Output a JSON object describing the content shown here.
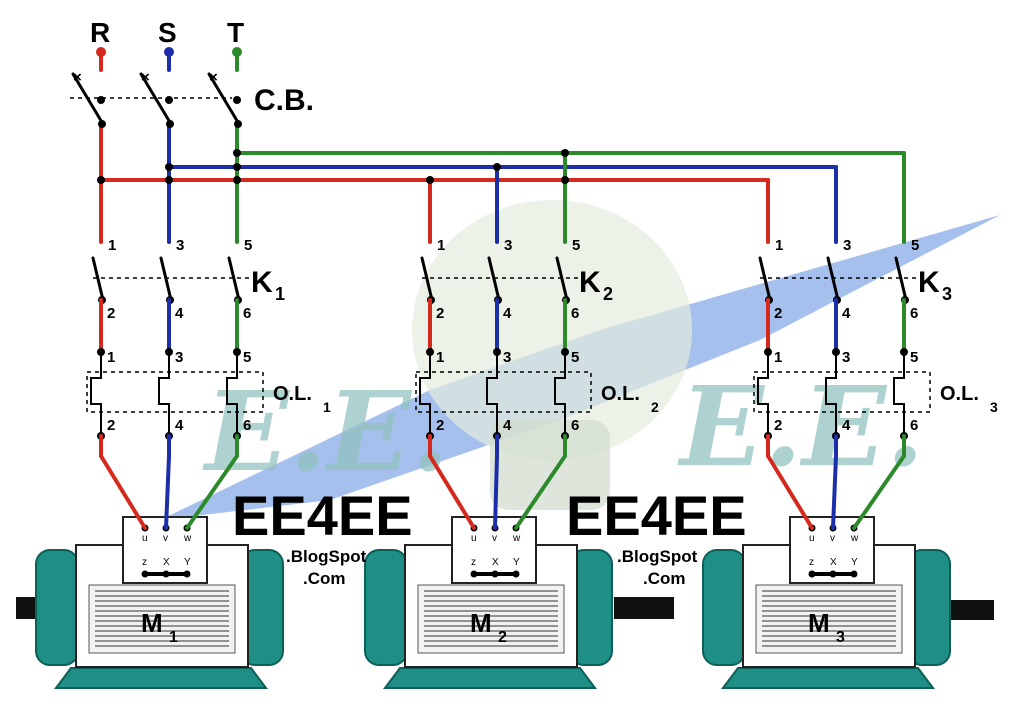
{
  "phases": [
    {
      "label": "R",
      "color": "#d42a1e"
    },
    {
      "label": "S",
      "color": "#1c2ea8"
    },
    {
      "label": "T",
      "color": "#2d8a2b"
    }
  ],
  "breaker_label": "C.B.",
  "contactor_terminals_top": [
    "1",
    "3",
    "5"
  ],
  "contactor_terminals_bottom": [
    "2",
    "4",
    "6"
  ],
  "motor_terminals_top": [
    "u",
    "v",
    "w"
  ],
  "motor_terminals_bottom": [
    "z",
    "X",
    "Y"
  ],
  "channels": [
    {
      "contactor": "K",
      "contactor_sub": "1",
      "overload": "O.L.",
      "overload_sub": "1",
      "motor": "M",
      "motor_sub": "1"
    },
    {
      "contactor": "K",
      "contactor_sub": "2",
      "overload": "O.L.",
      "overload_sub": "2",
      "motor": "M",
      "motor_sub": "2"
    },
    {
      "contactor": "K",
      "contactor_sub": "3",
      "overload": "O.L.",
      "overload_sub": "3",
      "motor": "M",
      "motor_sub": "3"
    }
  ],
  "watermarks": [
    {
      "title": "EE4EE",
      "line1": ".BlogSpot",
      "line2": ".Com"
    },
    {
      "title": "EE4EE",
      "line1": ".BlogSpot",
      "line2": ".Com"
    }
  ],
  "colors": {
    "motor_body": "#1f8f86",
    "motor_dark": "#0d5f59",
    "shaft": "#111111",
    "logo_blue": "#3f78d8",
    "logo_teal": "#7fb8b4"
  }
}
